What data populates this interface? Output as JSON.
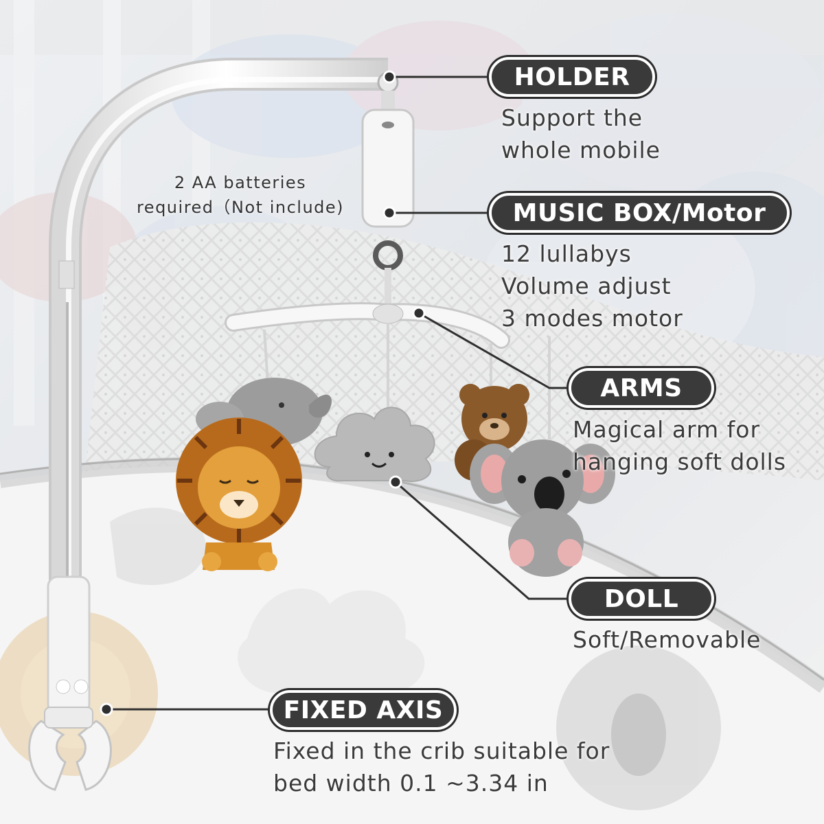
{
  "battery_note": {
    "line1": "2 AA batteries",
    "line2": "required（Not include)"
  },
  "callouts": [
    {
      "id": "holder",
      "title": "HOLDER",
      "lines": [
        "Support the",
        "whole mobile"
      ]
    },
    {
      "id": "music_box",
      "title": "MUSIC BOX/Motor",
      "lines": [
        "12 lullabys",
        "Volume adjust",
        "3 modes motor"
      ]
    },
    {
      "id": "arms",
      "title": "ARMS",
      "lines": [
        "Magical arm for",
        "hanging soft dolls"
      ]
    },
    {
      "id": "doll",
      "title": "DOLL",
      "lines": [
        "Soft/Removable"
      ]
    },
    {
      "id": "fixed_axis",
      "title": "FIXED AXIS",
      "lines": [
        "Fixed in the crib suitable for",
        "bed width 0.1 ~3.34 in"
      ]
    }
  ],
  "colors": {
    "pill_fill": "#3a3a3a",
    "pill_text": "#ffffff",
    "text": "#3a3a3a",
    "leader_line": "#2f2f2f",
    "lion": "#c8801f",
    "plush_gray": "#9a9a9a",
    "bear": "#8a5a2b"
  },
  "icons": [
    "lion-plush",
    "elephant-plush",
    "cloud-plush",
    "bear-plush",
    "koala-plush",
    "crib-clamp",
    "music-box"
  ]
}
